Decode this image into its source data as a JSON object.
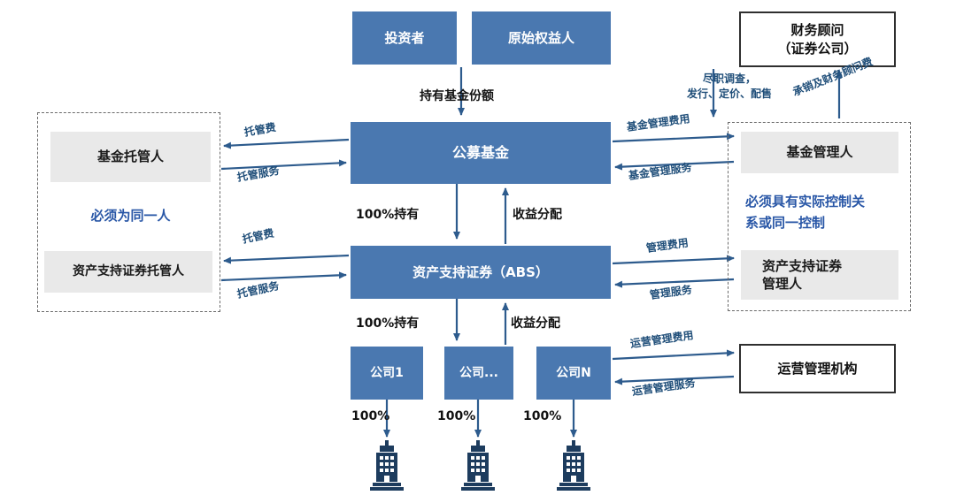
{
  "nodes": {
    "investor": "投资者",
    "original_holder": "原始权益人",
    "public_fund": "公募基金",
    "abs": "资产支持证券（ABS）",
    "company1": "公司1",
    "company_ellipsis": "公司...",
    "companyN": "公司N",
    "financial_advisor": "财务顾问\n（证券公司）",
    "fund_custodian": "基金托管人",
    "same_person_note": "必须为同一人",
    "abs_custodian": "资产支持证券托管人",
    "fund_manager": "基金管理人",
    "control_note": "必须具有实际控制关\n系或同一控制",
    "abs_manager": "资产支持证券\n管理人",
    "ops_manager": "运营管理机构"
  },
  "labels": {
    "hold_fund_shares": "持有基金份额",
    "hold_100_fund": "100%持有",
    "income_dist_fund": "收益分配",
    "hold_100_abs": "100%持有",
    "income_dist_abs": "收益分配",
    "pct_1": "100%",
    "pct_2": "100%",
    "pct_3": "100%",
    "custody_fee_fund": "托管费",
    "custody_service_fund": "托管服务",
    "custody_fee_abs": "托管费",
    "custody_service_abs": "托管服务",
    "fund_mgmt_fee": "基金管理费用",
    "fund_mgmt_service": "基金管理服务",
    "mgmt_fee": "管理费用",
    "mgmt_service": "管理服务",
    "ops_fee": "运营管理费用",
    "ops_service": "运营管理服务",
    "due_diligence": "尽职调查，\n发行、定价、配售",
    "underwriting_fee": "承销及财务顾问费"
  },
  "colors": {
    "node_blue": "#4a78b0",
    "node_gray": "#e9e9e9",
    "arrow": "#2d5b8d",
    "label_navy": "#1f4e79",
    "note_blue": "#2856a6",
    "building": "#1d3c5e"
  }
}
